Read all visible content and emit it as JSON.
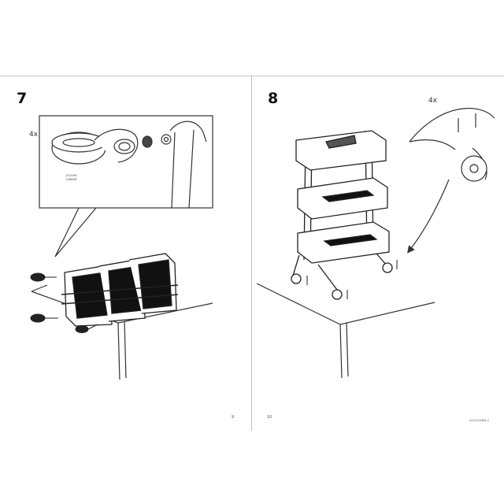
{
  "page_left": {
    "step_number": "7",
    "quantity": "4x",
    "part_numbers": [
      "152099",
      "158806"
    ],
    "page_number": "9"
  },
  "page_right": {
    "step_number": "8",
    "quantity": "4x",
    "page_number": "10",
    "document_id": "AA-2120484-1"
  }
}
